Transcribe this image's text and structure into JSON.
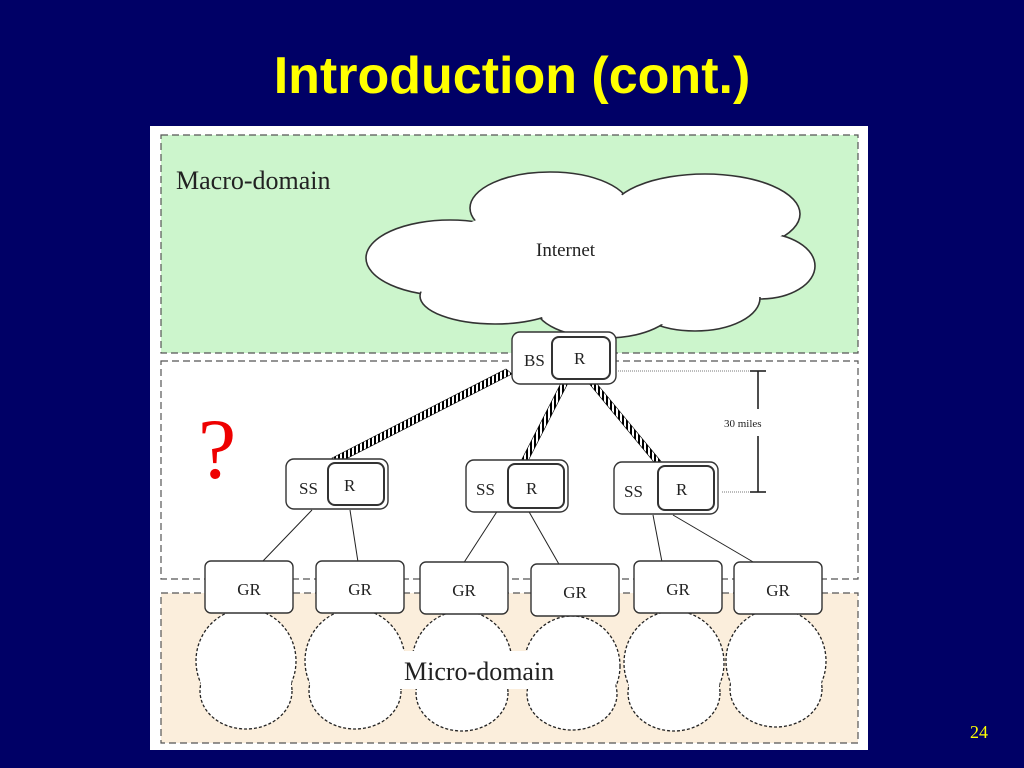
{
  "slide": {
    "title": "Introduction (cont.)",
    "page_number": "24"
  },
  "diagram": {
    "macro_label": "Macro-domain",
    "micro_label": "Micro-domain",
    "internet_label": "Internet",
    "distance_label": "30 miles",
    "question_mark": "?",
    "base_station": {
      "left_label": "BS",
      "right_label": "R"
    },
    "subscriber_stations": [
      {
        "left_label": "SS",
        "right_label": "R"
      },
      {
        "left_label": "SS",
        "right_label": "R"
      },
      {
        "left_label": "SS",
        "right_label": "R"
      }
    ],
    "gateway_routers": [
      {
        "label": "GR"
      },
      {
        "label": "GR"
      },
      {
        "label": "GR"
      },
      {
        "label": "GR"
      },
      {
        "label": "GR"
      },
      {
        "label": "GR"
      }
    ],
    "colors": {
      "slide_background": "#000066",
      "title": "#ffff00",
      "macro_fill": "#ccf5cc",
      "micro_fill": "#fbeedc",
      "question_mark": "#ee0000"
    }
  }
}
